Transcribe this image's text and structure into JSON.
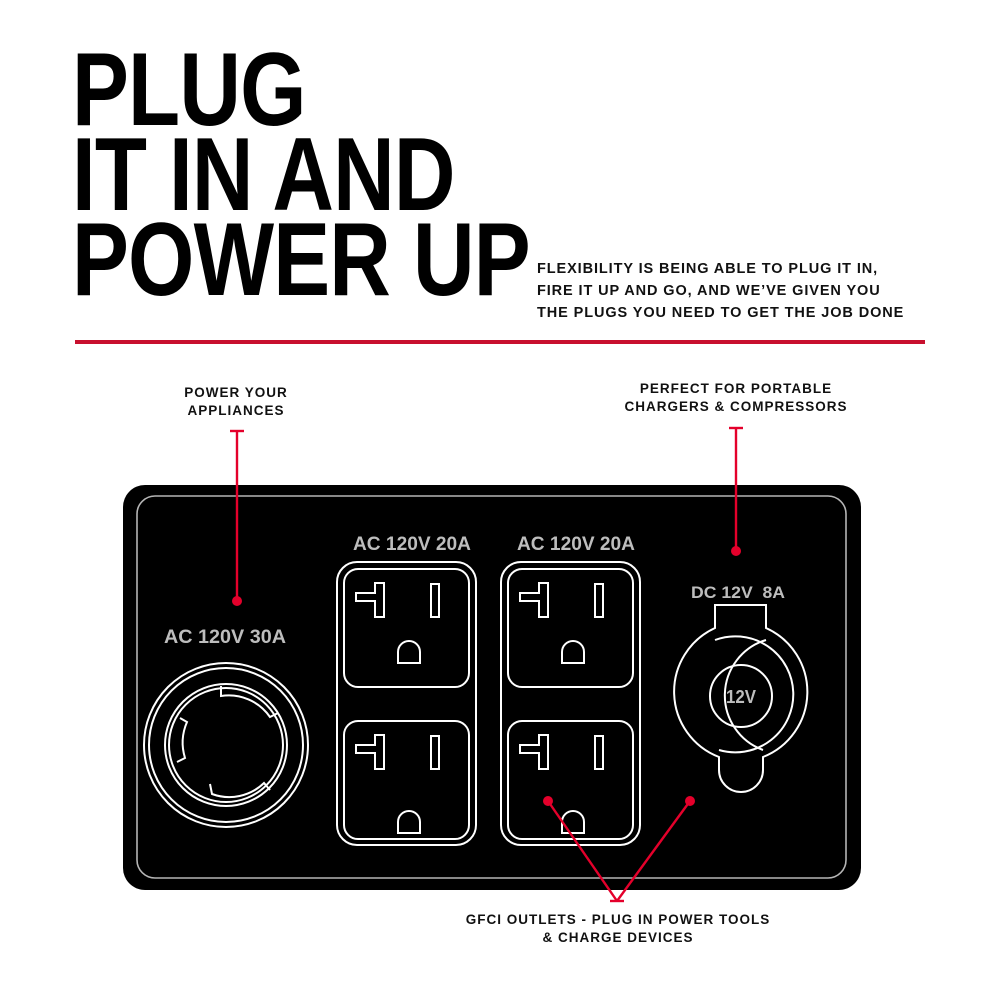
{
  "headline": {
    "lines": [
      "PLUG",
      "IT IN AND",
      "POWER UP"
    ]
  },
  "intro": {
    "lines": [
      "FLEXIBILITY IS BEING ABLE TO PLUG IT IN,",
      "FIRE IT UP AND GO, AND WE’VE GIVEN YOU",
      "THE PLUGS YOU NEED TO GET THE JOB DONE"
    ]
  },
  "callouts": {
    "appliances": {
      "lines": [
        "POWER YOUR",
        "APPLIANCES"
      ]
    },
    "chargers": {
      "lines": [
        "PERFECT FOR PORTABLE",
        "CHARGERS & COMPRESSORS"
      ]
    },
    "gfci": {
      "lines": [
        "GFCI OUTLETS - PLUG IN POWER TOOLS",
        "& CHARGE DEVICES"
      ]
    }
  },
  "panel": {
    "twistlock": {
      "label": "AC 120V 30A",
      "icon": "twist-lock-outlet-icon"
    },
    "duplex_left": {
      "label": "AC 120V 20A",
      "icon": "duplex-outlet-icon"
    },
    "duplex_right": {
      "label": "AC 120V 20A",
      "icon": "duplex-outlet-icon"
    },
    "dc": {
      "label": "DC 12V  8A",
      "socket_text": "12V",
      "icon": "12v-socket-icon"
    }
  },
  "colors": {
    "accent_red": "#c8102e",
    "callout_red": "#e4002b",
    "panel_black": "#000000",
    "panel_border": "#b5b5b5",
    "spec_text": "#bdbdbd"
  }
}
